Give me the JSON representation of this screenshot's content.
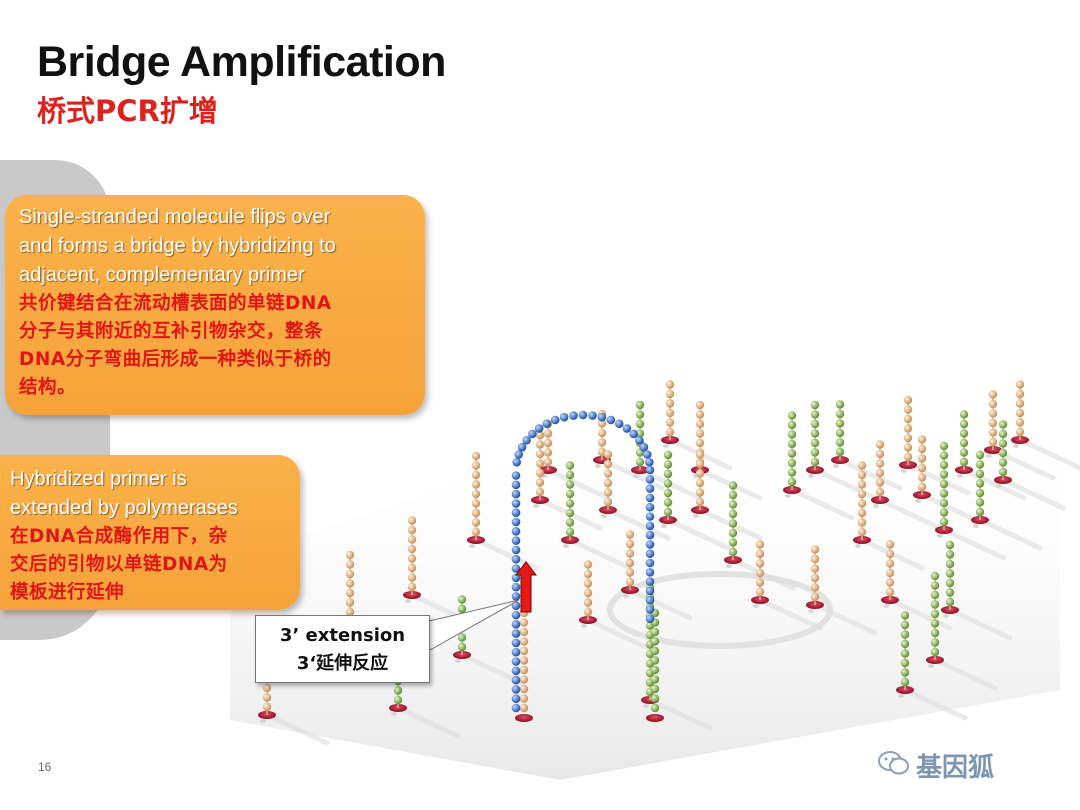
{
  "slide": {
    "title": "Bridge Amplification",
    "subtitle": "桥式PCR扩增",
    "page_number": "16"
  },
  "callout_1": {
    "en_lines": [
      "Single-stranded molecule flips over",
      "and forms a bridge by  hybridizing to",
      "adjacent, complementary primer"
    ],
    "zh_lines": [
      "共价键结合在流动槽表面的单链DNA",
      "分子与其附近的互补引物杂交，整条",
      "DNA分子弯曲后形成一种类似于桥的",
      "结构。"
    ]
  },
  "callout_2": {
    "en_lines": [
      "Hybridized primer is",
      "extended by polymerases"
    ],
    "zh_lines": [
      "在DNA合成酶作用下，杂",
      "交后的引物以单链DNA为",
      "模板进行延伸"
    ]
  },
  "extension_label": {
    "line1": "3’ extension",
    "line2": "3‘延伸反应"
  },
  "watermark": {
    "text": "基因狐"
  },
  "colors": {
    "title": "#111111",
    "subtitle_red": "#e0201b",
    "callout_orange": "#f9a93f",
    "callout_zh_red": "#e01616",
    "bridge_blue": "#2f6fc8",
    "primer_tan": "#d8a878",
    "primer_green": "#8db35a",
    "base_red": "#b0102a",
    "arrow_red": "#e31b13"
  }
}
